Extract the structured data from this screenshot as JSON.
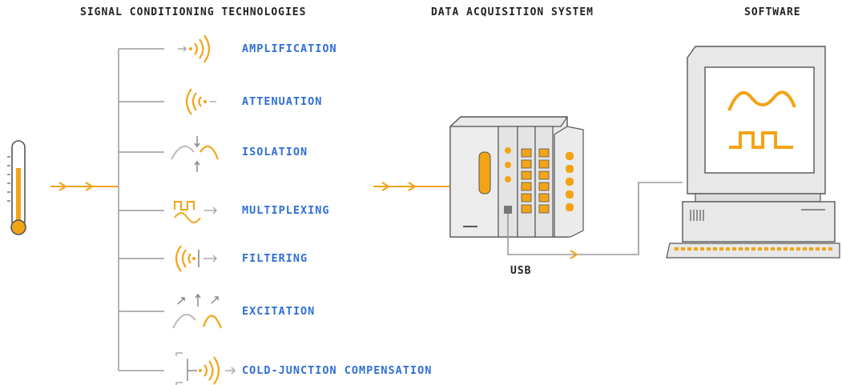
{
  "headings": {
    "signal_conditioning": "SIGNAL CONDITIONING TECHNOLOGIES",
    "daq_system": "DATA ACQUISITION SYSTEM",
    "software": "SOFTWARE"
  },
  "technologies": [
    {
      "label": "AMPLIFICATION",
      "icon": "amplification-icon"
    },
    {
      "label": "ATTENUATION",
      "icon": "attenuation-icon"
    },
    {
      "label": "ISOLATION",
      "icon": "isolation-icon"
    },
    {
      "label": "MULTIPLEXING",
      "icon": "multiplexing-icon"
    },
    {
      "label": "FILTERING",
      "icon": "filtering-icon"
    },
    {
      "label": "EXCITATION",
      "icon": "excitation-icon"
    },
    {
      "label": "COLD-JUNCTION COMPENSATION",
      "icon": "cold-junction-compensation-icon"
    }
  ],
  "connection_label": "USB",
  "colors": {
    "accent": "#f2a416",
    "label_blue": "#2f6fd6",
    "line_gray": "#9a9a9a",
    "device_gray": "#e6e6e6",
    "outline": "#555555"
  }
}
